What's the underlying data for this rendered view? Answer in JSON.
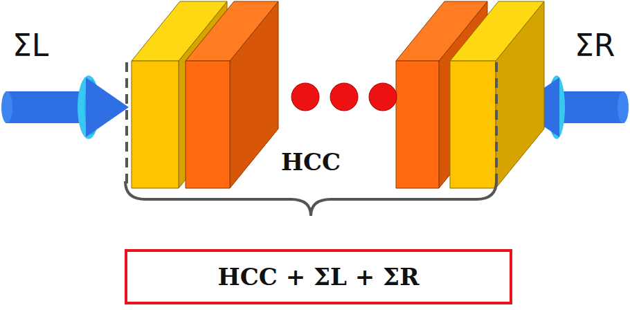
{
  "diagram": {
    "nodes": [
      {
        "text": [
          "HCC + ΣL + ΣR"
        ]
      }
    ],
    "labels": [
      "ΣL",
      "ΣR",
      "HCC"
    ]
  }
}
